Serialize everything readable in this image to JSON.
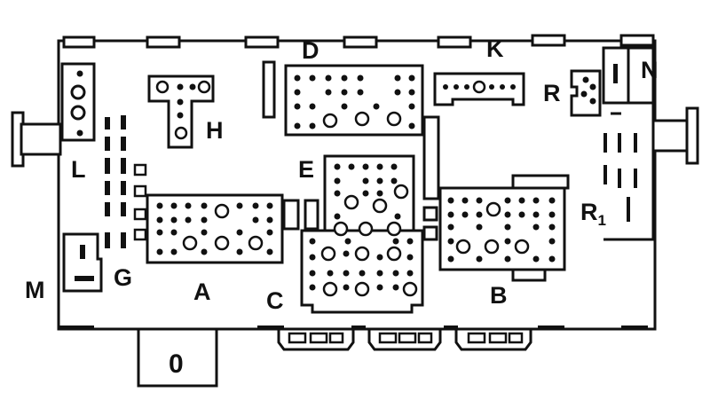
{
  "diagram": {
    "ink_color": "#111111",
    "paper_color": "#ffffff",
    "labels": {
      "a": "A",
      "b": "B",
      "c": "C",
      "d": "D",
      "e": "E",
      "g": "G",
      "h": "H",
      "k": "K",
      "l": "L",
      "m": "M",
      "n": "N",
      "o": "0",
      "r": "R",
      "r1_main": "R",
      "r1_sub": "1"
    }
  }
}
